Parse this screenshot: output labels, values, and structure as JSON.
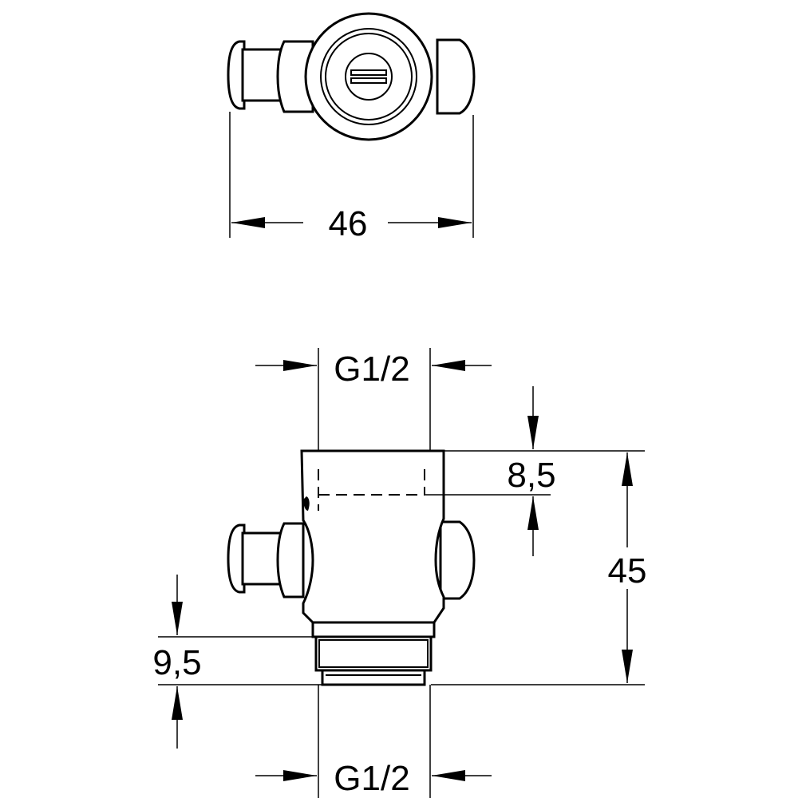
{
  "top_view": {
    "width_label": "46"
  },
  "side_view": {
    "thread_top_label": "G1/2",
    "thread_bottom_label": "G1/2",
    "upper_depth_label": "8,5",
    "lower_depth_label": "9,5",
    "height_label": "45"
  }
}
